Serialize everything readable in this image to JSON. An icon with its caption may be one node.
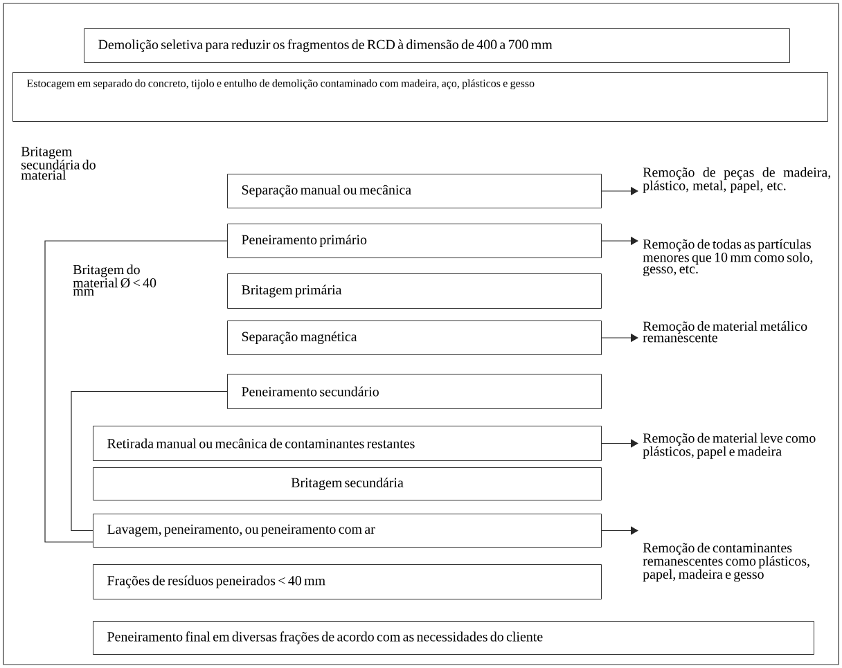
{
  "diagram": {
    "nodes": [
      {
        "text": [
          "Demolição seletiva para reduzir os fragmentos de RCD à dimensão de 400 a 700 mm"
        ]
      },
      {
        "text": [
          "Estocagem em separado do concreto, tijolo e entulho de demolição contaminado com madeira, aço, plásticos e gesso"
        ]
      },
      {
        "text": [
          "Separação manual ou mecânica"
        ]
      },
      {
        "text": [
          "Remoção de peças de madeira, plástico, metal, papel, etc."
        ]
      },
      {
        "text": [
          "Peneiramento primário"
        ]
      },
      {
        "text": [
          "Remoção de todas as partículas menores que 10 mm como solo, gesso, etc."
        ]
      },
      {
        "text": [
          "Britagem primária"
        ]
      },
      {
        "text": [
          "Separação magnética"
        ]
      },
      {
        "text": [
          "Remoção de material metálico remanescente"
        ]
      },
      {
        "text": [
          "Peneiramento secundário"
        ]
      },
      {
        "text": [
          "Retirada manual ou mecânica de contaminantes restantes"
        ]
      },
      {
        "text": [
          "Remoção de material leve como plásticos, papel e madeira"
        ]
      },
      {
        "text": [
          "Britagem secundária"
        ]
      },
      {
        "text": [
          "Lavagem, peneiramento, ou peneiramento com ar"
        ]
      },
      {
        "text": [
          "Remoção de contaminantes remanescentes como plásticos, papel, madeira e gesso"
        ]
      },
      {
        "text": [
          "Frações de resíduos peneirados < 40 mm"
        ]
      },
      {
        "text": [
          "Peneiramento final em diversas frações de acordo com as necessidades do cliente"
        ]
      }
    ],
    "edges": [
      {
        "from": 2,
        "to": 3,
        "arrow": "to"
      },
      {
        "from": 4,
        "to": 5,
        "arrow": "to"
      },
      {
        "from": 7,
        "to": 8,
        "arrow": "to"
      },
      {
        "from": 10,
        "to": 11,
        "arrow": "to"
      },
      {
        "from": 13,
        "to": 14,
        "arrow": "to"
      },
      {
        "from": 4,
        "to": 13,
        "arrow": "none"
      },
      {
        "from": 9,
        "to": 13,
        "arrow": "none"
      }
    ],
    "labels": [
      "Britagem secundária do material",
      "Britagem do material Ø < 40 mm"
    ]
  }
}
